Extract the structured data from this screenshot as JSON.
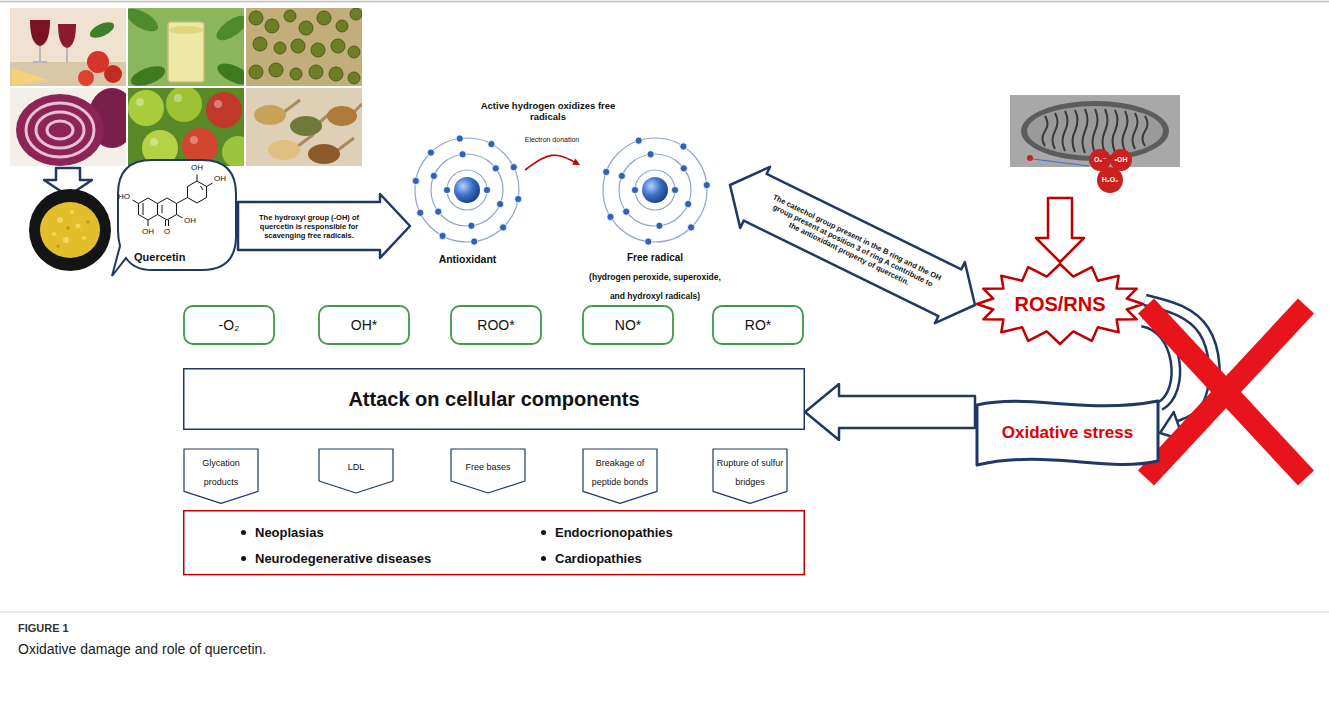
{
  "diagram": {
    "caption": "Oxidative damage and role of quercetin.",
    "nodes": [
      {
        "text": [
          "Quercetin"
        ]
      },
      {
        "text": [
          "Antioxidant"
        ]
      },
      {
        "text": [
          "Free radical",
          "(hydrogen peroxide, superoxide, and hydroxyl radicals)"
        ]
      },
      {
        "text": [
          "ROS/RNS"
        ]
      },
      {
        "text": [
          "-O₂"
        ]
      },
      {
        "text": [
          "OH*"
        ]
      },
      {
        "text": [
          "ROO*"
        ]
      },
      {
        "text": [
          "NO*"
        ]
      },
      {
        "text": [
          "RO*"
        ]
      },
      {
        "text": [
          "Attack on cellular components"
        ]
      },
      {
        "text": [
          "Oxidative stress"
        ]
      },
      {
        "text": [
          "Glycation products"
        ]
      },
      {
        "text": [
          "LDL"
        ]
      },
      {
        "text": [
          "Free bases"
        ]
      },
      {
        "text": [
          "Breakage of peptide bonds"
        ]
      },
      {
        "text": [
          "Rupture of sulfur bridges"
        ]
      },
      {
        "text": [
          "Neoplasias",
          "Neurodegenerative diseases",
          "Endocrionopathies",
          "Cardiopathies"
        ]
      }
    ],
    "edges": [
      {
        "from": 0,
        "to": 1,
        "arrow": "to",
        "label": "The hydroxyl group (-OH) of quercetin is responsible for scavenging free radicals."
      },
      {
        "from": 1,
        "to": 2,
        "arrow": "to",
        "label": "Electron donation"
      },
      {
        "from": 2,
        "to": 3,
        "arrow": "both",
        "label": "The catechol group present in the B ring and the OH group present at position 3 of ring A contribute to the antioxidant property of quercetin."
      },
      {
        "from": 3,
        "to": 10,
        "arrow": "to"
      },
      {
        "from": 10,
        "to": 9,
        "arrow": "to"
      }
    ],
    "labels": [
      "Active hydrogen oxidizes free radicals",
      "HO",
      "OH",
      "O",
      "OH",
      "OH",
      "OH",
      "O₂⁻",
      "•OH",
      "H₂O₂",
      "FIGURE 1"
    ]
  }
}
